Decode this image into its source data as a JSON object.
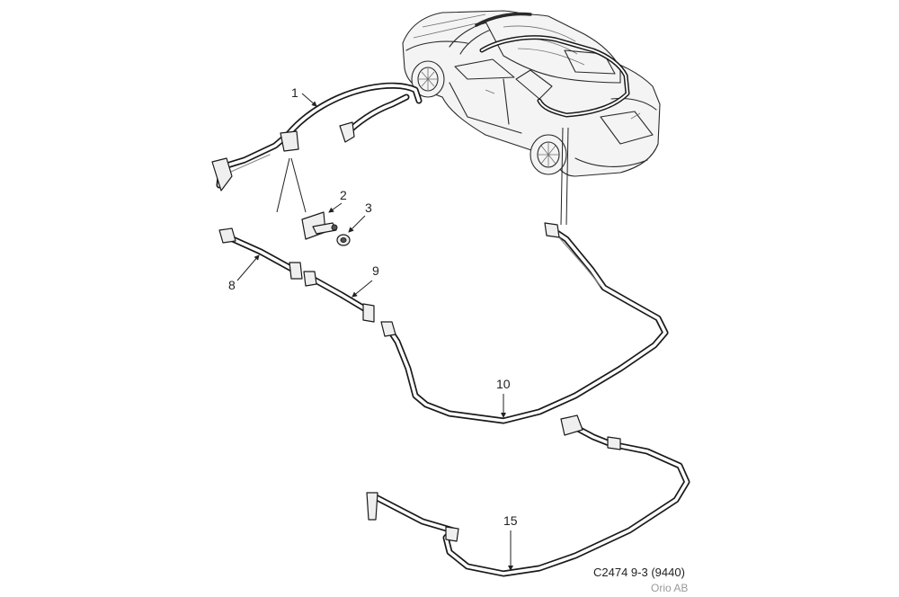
{
  "callouts": [
    {
      "id": "1",
      "label": "1"
    },
    {
      "id": "2",
      "label": "2"
    },
    {
      "id": "3",
      "label": "3"
    },
    {
      "id": "8",
      "label": "8"
    },
    {
      "id": "9",
      "label": "9"
    },
    {
      "id": "10",
      "label": "10"
    },
    {
      "id": "15",
      "label": "15"
    }
  ],
  "footer": {
    "code": "C2474 9-3 (9440)",
    "owner": "Orio AB"
  }
}
